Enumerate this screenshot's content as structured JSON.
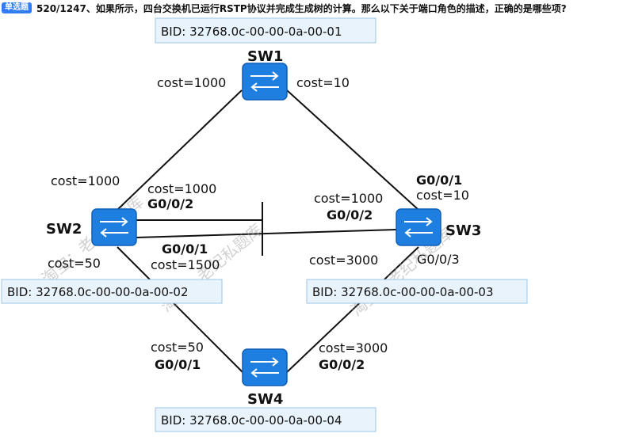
{
  "question": {
    "badge": "单选题",
    "text": "520/1247、如果所示，四台交换机已运行RSTP协议并完成生成树的计算。那么以下关于端口角色的描述，正确的是哪些项?"
  },
  "switches": {
    "sw1": {
      "name": "SW1",
      "bid": "BID: 32768.0c-00-00-0a-00-01"
    },
    "sw2": {
      "name": "SW2",
      "bid": "BID: 32768.0c-00-00-0a-00-02"
    },
    "sw3": {
      "name": "SW3",
      "bid": "BID: 32768.0c-00-00-0a-00-03"
    },
    "sw4": {
      "name": "SW4",
      "bid": "BID: 32768.0c-00-00-0a-00-04"
    }
  },
  "labels": {
    "sw1_left_cost": "cost=1000",
    "sw1_right_cost": "cost=10",
    "sw2_upper_cost": "cost=1000",
    "sw2_top_port_cost": "cost=1000",
    "sw2_top_port": "G0/0/2",
    "sw2_bottom_port": "G0/0/1",
    "sw2_bottom_port_cost": "cost=1500",
    "sw2_lower_cost": "cost=50",
    "sw3_top_port": "G0/0/1",
    "sw3_top_cost": "cost=10",
    "sw3_left_cost": "cost=1000",
    "sw3_left_port": "G0/0/2",
    "sw3_lower_cost": "cost=3000",
    "sw3_lower_port": "G0/0/3",
    "sw4_left_cost": "cost=50",
    "sw4_left_port": "G0/0/1",
    "sw4_right_cost": "cost=3000",
    "sw4_right_port": "G0/0/2"
  },
  "watermark": "淘宝：老纪私题库",
  "colors": {
    "switch_fill": "#1e7fe0",
    "bid_fill": "#e9f3fb",
    "bid_border": "#9cc7e6",
    "badge": "#2f7cf6"
  }
}
